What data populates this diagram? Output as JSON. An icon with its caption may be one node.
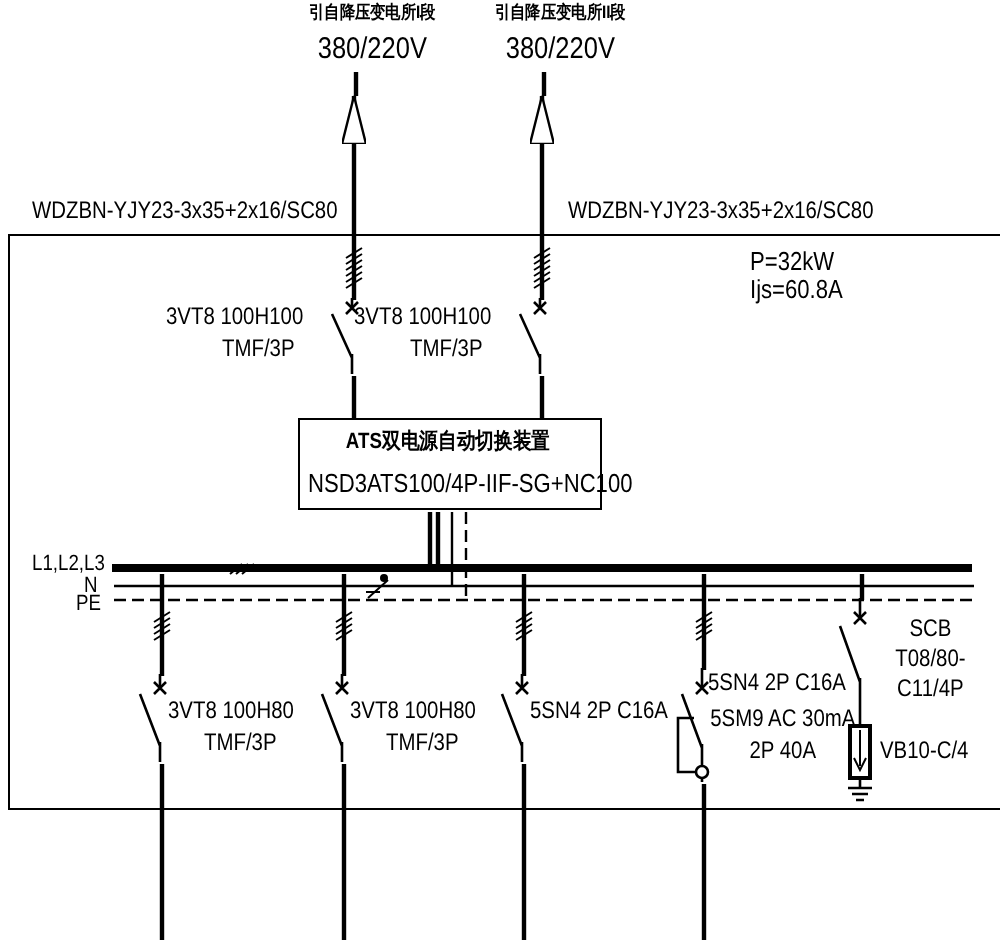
{
  "diagram": {
    "nodes": [
      {
        "text": [
          "P=32kW",
          "Ijs=60.8A"
        ]
      },
      {
        "text": [
          "引自降压变电所I段",
          "380/220V"
        ]
      },
      {
        "text": [
          "引自降压变电所II段",
          "380/220V"
        ]
      },
      {
        "text": [
          "3VT8 100H100",
          "TMF/3P"
        ],
        "in": 0
      },
      {
        "text": [
          "3VT8 100H100",
          "TMF/3P"
        ],
        "in": 0
      },
      {
        "text": [
          "ATS双电源自动切换装置",
          "NSD3ATS100/4P-IIF-SG+NC100"
        ],
        "in": 0
      },
      {
        "text": [],
        "shape": "bar",
        "in": 0
      },
      {
        "text": [
          "3VT8 100H80",
          "TMF/3P"
        ],
        "in": 0
      },
      {
        "text": [
          "3VT8 100H80",
          "TMF/3P"
        ],
        "in": 0
      },
      {
        "text": [
          "5SN4 2P C16A"
        ],
        "in": 0
      },
      {
        "text": [
          "5SN4 2P C16A",
          "5SM9 AC 30mA 2P 40A"
        ],
        "in": 0
      },
      {
        "text": [
          "SCB T08/80-C11/4P",
          "VB10-C/4"
        ],
        "in": 0
      }
    ],
    "edges": [
      {
        "from": 3,
        "to": 1,
        "arrow": "to"
      },
      {
        "from": 4,
        "to": 2,
        "arrow": "to"
      },
      {
        "from": 3,
        "to": 5,
        "arrow": "none"
      },
      {
        "from": 4,
        "to": 5,
        "arrow": "none"
      },
      {
        "from": 5,
        "to": 6,
        "arrow": "none"
      },
      {
        "from": 6,
        "to": 7,
        "arrow": "none"
      },
      {
        "from": 6,
        "to": 8,
        "arrow": "none"
      },
      {
        "from": 6,
        "to": 9,
        "arrow": "none"
      },
      {
        "from": 6,
        "to": 10,
        "arrow": "none"
      },
      {
        "from": 6,
        "to": 11,
        "arrow": "none"
      },
      {
        "from": 7,
        "to": null,
        "arrow": "none"
      },
      {
        "from": 8,
        "to": null,
        "arrow": "none"
      },
      {
        "from": 9,
        "to": null,
        "arrow": "none"
      },
      {
        "from": 10,
        "to": null,
        "arrow": "none"
      }
    ],
    "labels": [
      "WDZBN-YJY23-3x35+2x16/SC80",
      "WDZBN-YJY23-3x35+2x16/SC80",
      "L1,L2,L3",
      "N",
      "PE"
    ]
  }
}
